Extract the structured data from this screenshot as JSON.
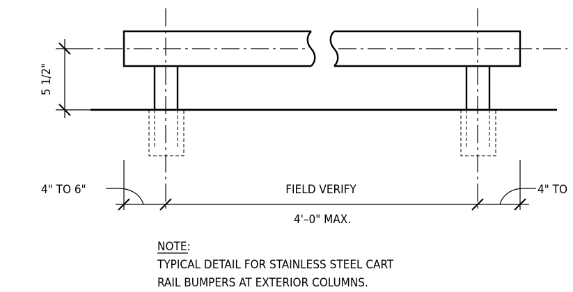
{
  "dimensions": {
    "height_label": "5 1/2\"",
    "left_offset_label": "4\" TO 6\"",
    "right_offset_label": "4\" TO",
    "center_label": "FIELD VERIFY",
    "span_label": "4'–0\" MAX."
  },
  "note": {
    "heading": "NOTE:",
    "line1": "TYPICAL DETAIL FOR STAINLESS STEEL CART",
    "line2": "RAIL BUMPERS AT EXTERIOR COLUMNS."
  }
}
